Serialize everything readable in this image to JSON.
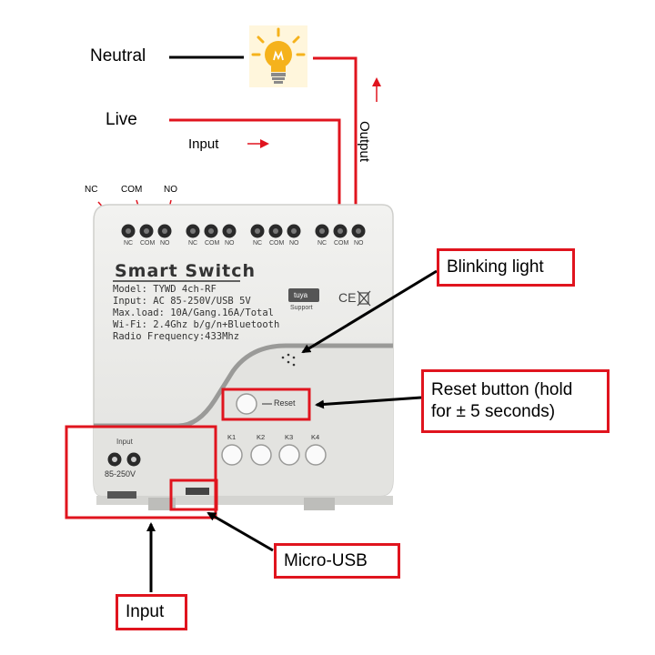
{
  "labels": {
    "neutral": "Neutral",
    "live": "Live",
    "input_arrow": "Input",
    "output": "Output",
    "top_nc": "NC",
    "top_com": "COM",
    "top_no": "NO"
  },
  "callouts": {
    "blinking_light": "Blinking light",
    "reset_button_line1": "Reset button (hold",
    "reset_button_line2": "for ± 5 seconds)",
    "micro_usb": "Micro-USB",
    "input": "Input"
  },
  "device": {
    "title": "Smart Switch",
    "spec_lines": [
      "Model: TYWD 4ch-RF",
      "Input: AC 85-250V/USB 5V",
      "Max.load: 10A/Gang.16A/Total",
      "Wi-Fi: 2.4Ghz b/g/n+Bluetooth",
      "Radio Frequency:433Mhz"
    ],
    "terminal_labels": [
      "NC",
      "COM",
      "NO",
      "NC",
      "COM",
      "NO",
      "NC",
      "COM",
      "NO",
      "NC",
      "COM",
      "NO"
    ],
    "tuya_logo": "tuya",
    "tuya_support": "Support",
    "cert_marks": "CE",
    "reset_label": "Reset",
    "button_labels": [
      "K1",
      "K2",
      "K3",
      "K4"
    ],
    "input_label": "Input",
    "voltage_label": "85-250V"
  },
  "colors": {
    "callout_red": "#e0141e",
    "device_body": "#e9e9e7",
    "bulb_yellow": "#f5b21c"
  }
}
